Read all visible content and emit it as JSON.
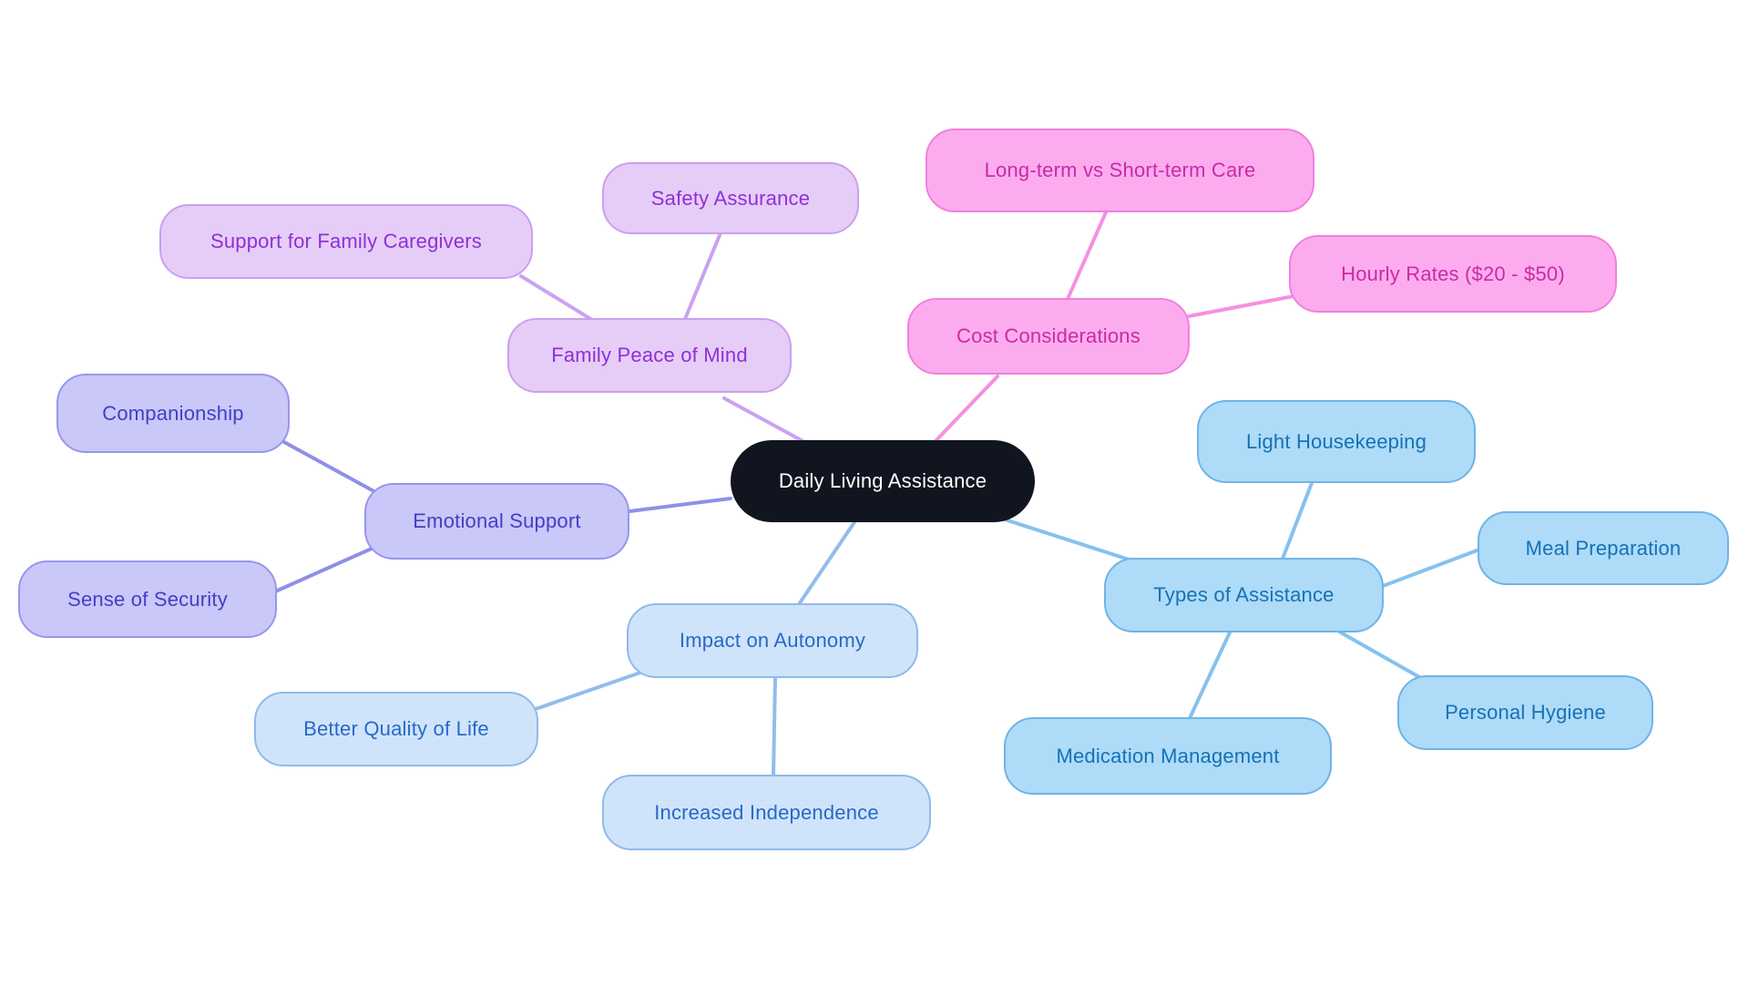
{
  "diagram": {
    "type": "mindmap",
    "background_color": "#ffffff",
    "central": {
      "label": "Daily Living Assistance",
      "fill": "#10151F",
      "text_color": "#FFFFFF"
    },
    "branches": [
      {
        "label": "Family Peace of Mind",
        "fill": "#E6CDF7",
        "border": "#C9A0EE",
        "text_color": "#8F2FD9",
        "edge_color": "#C9A3F0",
        "children": [
          {
            "label": "Support for Family Caregivers"
          },
          {
            "label": "Safety Assurance"
          }
        ]
      },
      {
        "label": "Cost Considerations",
        "fill": "#FCACEE",
        "border": "#F080DE",
        "text_color": "#C92BA6",
        "edge_color": "#F78FE0",
        "children": [
          {
            "label": "Long-term vs Short-term Care"
          },
          {
            "label": "Hourly Rates ($20 - $50)"
          }
        ]
      },
      {
        "label": "Emotional Support",
        "fill": "#C9C8F8",
        "border": "#9896EA",
        "text_color": "#4240C4",
        "edge_color": "#8F8FE8",
        "children": [
          {
            "label": "Companionship"
          },
          {
            "label": "Sense of Security"
          }
        ]
      },
      {
        "label": "Types of Assistance",
        "fill": "#AEDBF8",
        "border": "#6FB4E6",
        "text_color": "#1572B4",
        "edge_color": "#85C2EE",
        "children": [
          {
            "label": "Light Housekeeping"
          },
          {
            "label": "Meal Preparation"
          },
          {
            "label": "Personal Hygiene"
          },
          {
            "label": "Medication Management"
          }
        ]
      },
      {
        "label": "Impact on Autonomy",
        "fill": "#CFE4FA",
        "border": "#90BAE9",
        "text_color": "#2A68C8",
        "edge_color": "#93BCEC",
        "children": [
          {
            "label": "Better Quality of Life"
          },
          {
            "label": "Increased Independence"
          }
        ]
      }
    ]
  }
}
